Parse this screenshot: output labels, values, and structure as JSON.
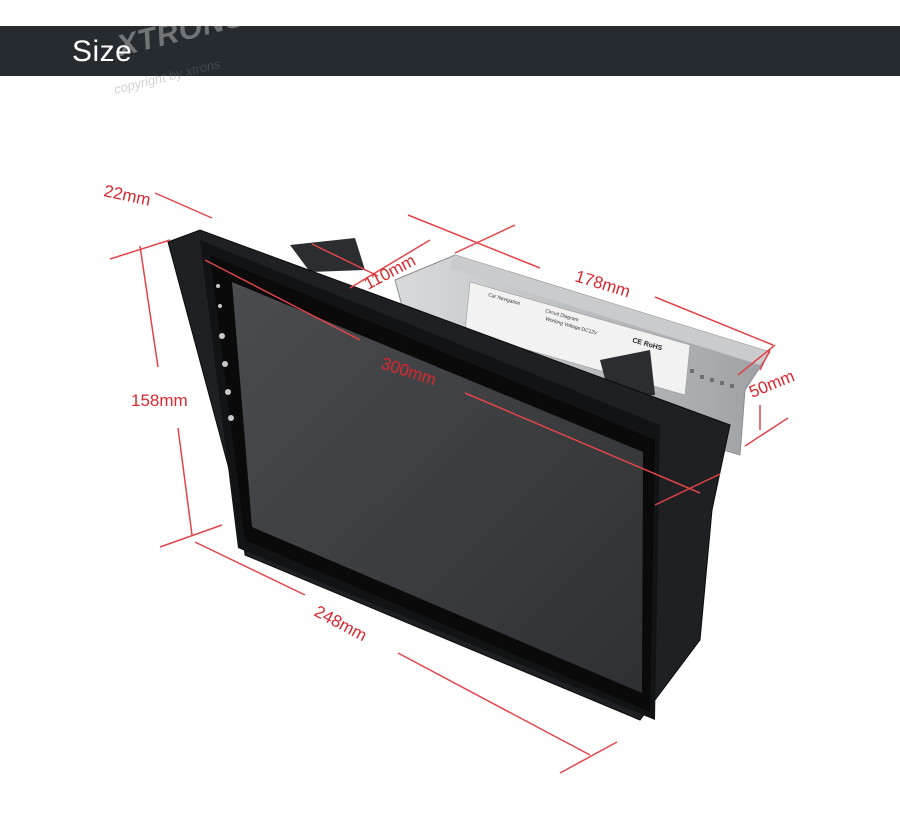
{
  "header": {
    "title": "Size",
    "watermark_brand": "XTRONS",
    "watermark_copyright": "copyright by xtrons"
  },
  "dimensions": {
    "top_depth": "22mm",
    "unit_depth": "110mm",
    "unit_width": "178mm",
    "unit_height": "50mm",
    "diagonal": "300mm",
    "height": "158mm",
    "width": "248mm"
  },
  "labels": {
    "sticker_brand": "Car Navigation",
    "sticker_title": "Circuit Diagram",
    "sticker_voltage": "Working Voltage:DC12V",
    "ce_rohs": "CE RoHS"
  },
  "colors": {
    "dimension_lines": "#e0454a",
    "dimension_text": "#d9282f",
    "header_bg": "#252b2e"
  }
}
